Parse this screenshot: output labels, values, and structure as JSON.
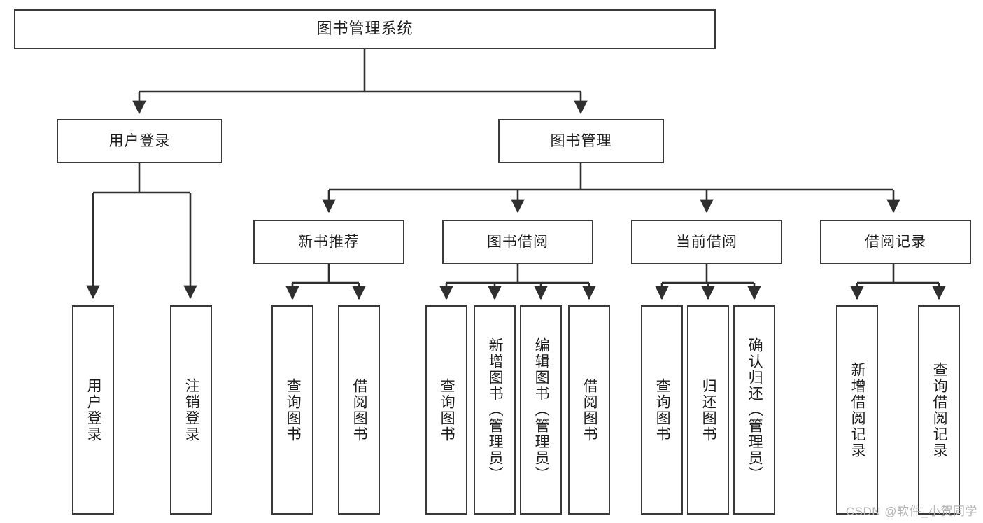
{
  "diagram": {
    "title": "图书管理系统",
    "type": "tree-hierarchy",
    "colors": {
      "box_border": "#3a3a3a",
      "box_fill": "#ffffff",
      "edge": "#2f2f2f",
      "text": "#1c1c1c",
      "watermark": "#b4b4b4"
    },
    "root": {
      "label": "图书管理系统"
    },
    "level2": [
      {
        "id": "user-login",
        "label": "用户登录"
      },
      {
        "id": "book-manage",
        "label": "图书管理"
      }
    ],
    "level3": [
      {
        "id": "new-book-recommend",
        "label": "新书推荐"
      },
      {
        "id": "book-borrow",
        "label": "图书借阅"
      },
      {
        "id": "current-borrow",
        "label": "当前借阅"
      },
      {
        "id": "borrow-record",
        "label": "借阅记录"
      }
    ],
    "leaves": {
      "user_login": [
        {
          "id": "leaf-user-login",
          "label": "用户登录"
        },
        {
          "id": "leaf-logout-login",
          "label": "注销登录"
        }
      ],
      "new_book_recommend": [
        {
          "id": "leaf-query-book-1",
          "label": "查询图书"
        },
        {
          "id": "leaf-borrow-book-1",
          "label": "借阅图书"
        }
      ],
      "book_borrow": [
        {
          "id": "leaf-query-book-2",
          "label": "查询图书"
        },
        {
          "id": "leaf-add-book",
          "label": "新增图书（管理员）"
        },
        {
          "id": "leaf-edit-book",
          "label": "编辑图书（管理员）"
        },
        {
          "id": "leaf-borrow-book-2",
          "label": "借阅图书"
        }
      ],
      "current_borrow": [
        {
          "id": "leaf-query-book-3",
          "label": "查询图书"
        },
        {
          "id": "leaf-return-book",
          "label": "归还图书"
        },
        {
          "id": "leaf-confirm-return",
          "label": "确认归还（管理员）"
        }
      ],
      "borrow_record": [
        {
          "id": "leaf-add-record",
          "label": "新增借阅记录"
        },
        {
          "id": "leaf-query-record",
          "label": "查询借阅记录"
        }
      ]
    },
    "watermark": "CSDN @软件_小贺同学"
  }
}
